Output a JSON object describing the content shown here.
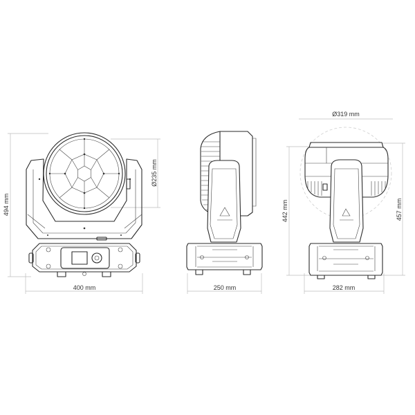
{
  "title": "Moving head fixture dimensions",
  "views": {
    "front": {
      "height_label": "494 mm",
      "width_label": "400 mm",
      "lens_label": "Ø235 mm"
    },
    "side": {
      "width_label": "250 mm"
    },
    "rear": {
      "diameter_label": "Ø319 mm",
      "height_label": "442 mm",
      "total_height_label": "457 mm",
      "width_label": "282 mm"
    }
  }
}
